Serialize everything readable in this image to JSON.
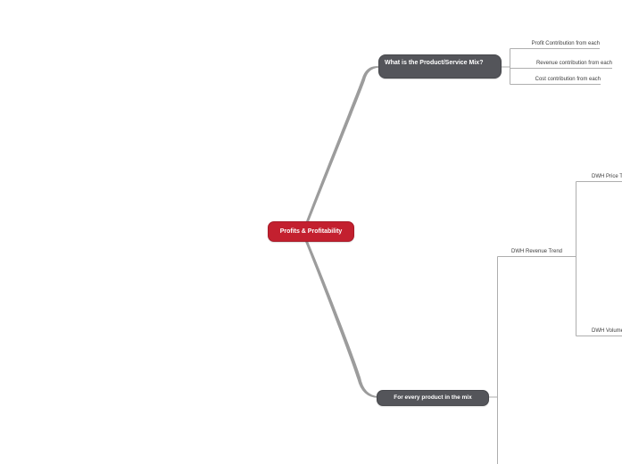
{
  "canvas": {
    "background_color": "#ffffff"
  },
  "mindmap": {
    "root": {
      "label": "Profits & Profitability",
      "bg_color": "#c3202f",
      "text_color": "#ffffff"
    },
    "branches": [
      {
        "label": "What is the Product/Service Mix?",
        "bg_color": "#54555a",
        "text_color": "#ffffff",
        "children": [
          {
            "label": "Profit Contribution from each"
          },
          {
            "label": "Revenue contribution from each"
          },
          {
            "label": "Cost contribution from each"
          }
        ]
      },
      {
        "label": "For every product in the mix",
        "bg_color": "#54555a",
        "text_color": "#ffffff",
        "children": [
          {
            "label": "DWH Revenue Trend",
            "children": [
              {
                "label": "DWH Price T"
              },
              {
                "label": "DWH Volume"
              }
            ]
          }
        ]
      }
    ],
    "connector_color_main": "#9c9c9c",
    "connector_color_thin": "#aeaeae",
    "label_text_color": "#3c3c3c"
  }
}
